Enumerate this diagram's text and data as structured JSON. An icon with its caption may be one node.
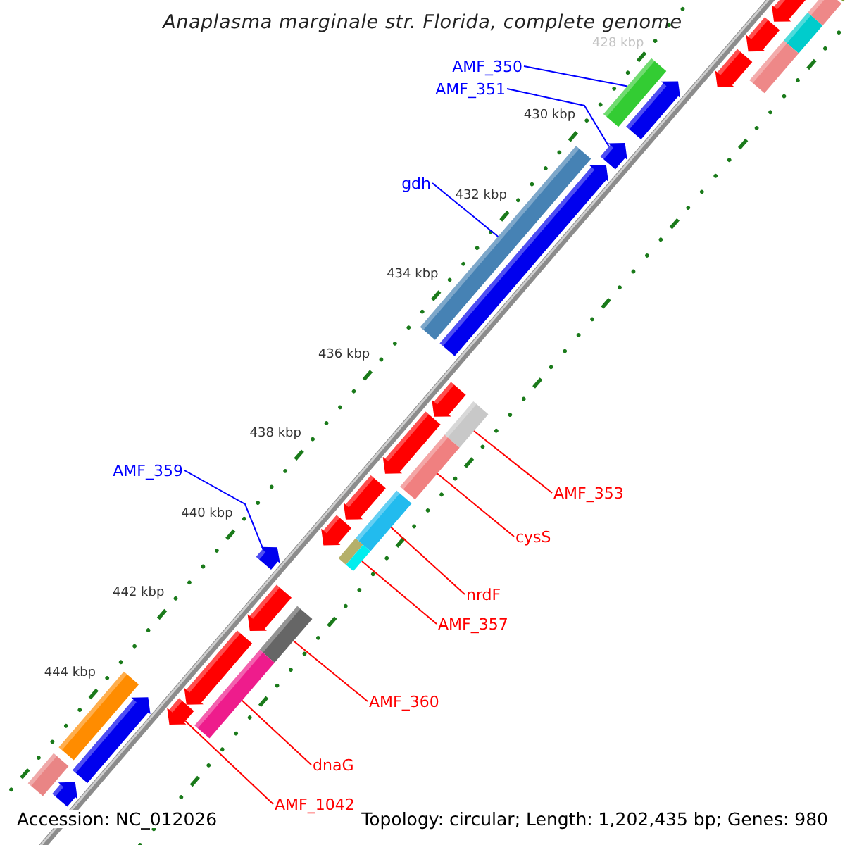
{
  "diagram": {
    "title": "Anaplasma marginale str. Florida, complete genome",
    "nodes": [
      {
        "text": [
          "AMF_350"
        ]
      },
      {
        "text": [
          "AMF_351"
        ]
      },
      {
        "text": [
          "gdh"
        ]
      },
      {
        "text": [
          "AMF_359"
        ]
      },
      {
        "text": [
          "AMF_353"
        ]
      },
      {
        "text": [
          "cysS"
        ]
      },
      {
        "text": [
          "nrdF"
        ]
      },
      {
        "text": [
          "AMF_357"
        ]
      },
      {
        "text": [
          "AMF_360"
        ]
      },
      {
        "text": [
          "dnaG"
        ]
      },
      {
        "text": [
          "AMF_1042"
        ]
      },
      {
        "text": [],
        "shape": "bar"
      },
      {
        "text": [],
        "shape": "arrow"
      },
      {
        "text": [],
        "shape": "bar"
      },
      {
        "text": [],
        "shape": "arrow"
      },
      {
        "text": [],
        "shape": "bar"
      },
      {
        "text": [],
        "shape": "bar"
      },
      {
        "text": [],
        "shape": "bar"
      },
      {
        "text": [],
        "shape": "bar"
      },
      {
        "text": [],
        "shape": "bar"
      },
      {
        "text": [],
        "shape": "bar"
      },
      {
        "text": [],
        "shape": "arrow"
      },
      {
        "text": [],
        "shape": "bar"
      },
      {
        "text": [],
        "shape": "bar"
      },
      {
        "text": [],
        "shape": "arrow"
      },
      {
        "text": [],
        "shape": "bar"
      },
      {
        "text": [],
        "shape": "arrow"
      },
      {
        "text": [],
        "shape": "bar"
      },
      {
        "text": [],
        "shape": "arrow"
      },
      {
        "text": [],
        "shape": "arrow"
      },
      {
        "text": [],
        "shape": "arrow"
      },
      {
        "text": [],
        "shape": "arrow"
      },
      {
        "text": [],
        "shape": "arrow"
      },
      {
        "text": [],
        "shape": "arrow"
      },
      {
        "text": [],
        "shape": "arrow"
      },
      {
        "text": [],
        "shape": "arrow"
      },
      {
        "text": [],
        "shape": "arrow"
      },
      {
        "text": [],
        "shape": "bar"
      },
      {
        "text": [],
        "shape": "arrow"
      },
      {
        "text": [],
        "shape": "bar"
      },
      {
        "text": [],
        "shape": "arrow"
      }
    ],
    "edges": [
      {
        "from": 0,
        "to": 11,
        "arrow": "none",
        "color": "#0000ff"
      },
      {
        "from": 1,
        "to": 12,
        "arrow": "none",
        "color": "#0000ff"
      },
      {
        "from": 2,
        "to": 13,
        "arrow": "none",
        "color": "#0000ff"
      },
      {
        "from": 3,
        "to": 14,
        "arrow": "none",
        "color": "#0000ff"
      },
      {
        "from": 4,
        "to": 15,
        "arrow": "none"
      },
      {
        "from": 5,
        "to": 16,
        "arrow": "none"
      },
      {
        "from": 6,
        "to": 17,
        "arrow": "none"
      },
      {
        "from": 7,
        "to": 18,
        "arrow": "none"
      },
      {
        "from": 8,
        "to": 19,
        "arrow": "none"
      },
      {
        "from": 9,
        "to": 20,
        "arrow": "none"
      },
      {
        "from": 10,
        "to": 21,
        "arrow": "none"
      }
    ],
    "labels": [
      "428 kbp",
      "430 kbp",
      "432 kbp",
      "434 kbp",
      "436 kbp",
      "438 kbp",
      "440 kbp",
      "442 kbp",
      "444 kbp",
      "Accession: NC_012026",
      "Topology: circular; Length: 1,202,435 bp; Genes: 980"
    ]
  }
}
